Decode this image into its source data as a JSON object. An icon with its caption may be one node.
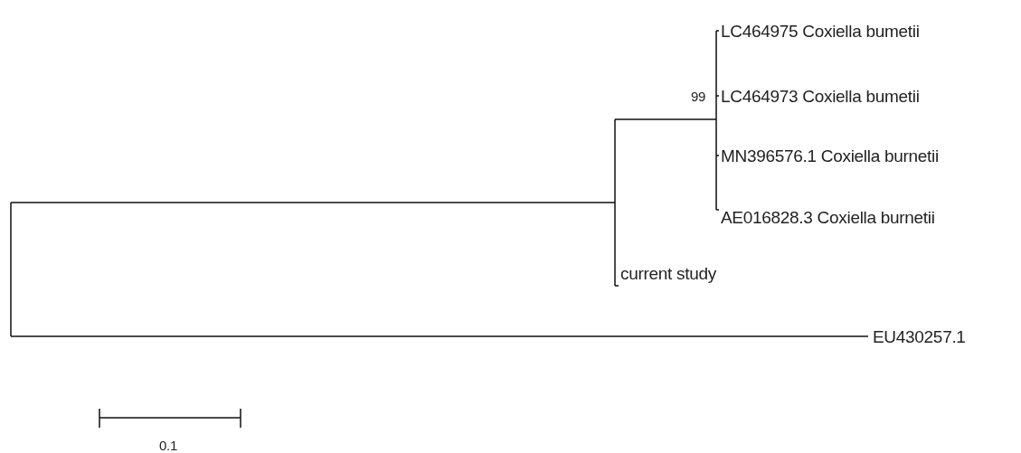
{
  "diagram": {
    "labels": [
      "LC464975 Coxiella bumetii",
      "99",
      "LC464973 Coxiella bumetii",
      "MN396576.1 Coxiella burnetii",
      "AE016828.3 Coxiella burnetii",
      "current study",
      "EU430257.1",
      "0.1"
    ]
  }
}
